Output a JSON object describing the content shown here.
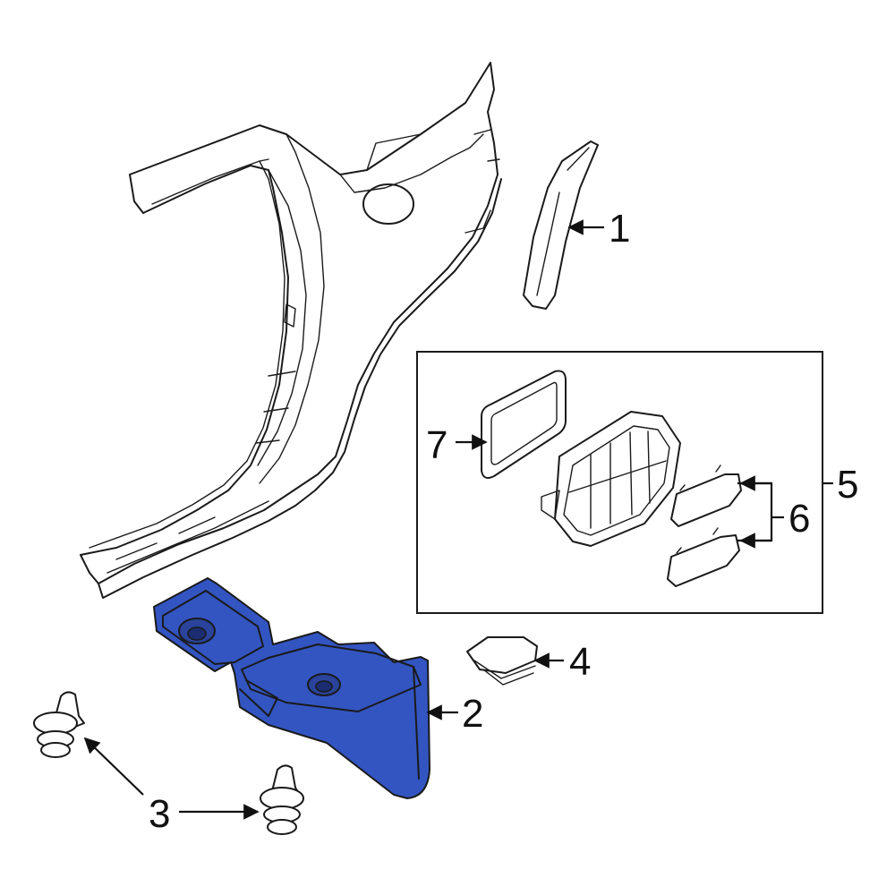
{
  "colors": {
    "line": "#1a1a1a",
    "highlight_part": "#3355c2",
    "background": "#ffffff"
  },
  "callouts": {
    "c1": "1",
    "c2": "2",
    "c3": "3",
    "c4": "4",
    "c5": "5",
    "c6": "6",
    "c7": "7"
  },
  "highlighted_callout": "2"
}
